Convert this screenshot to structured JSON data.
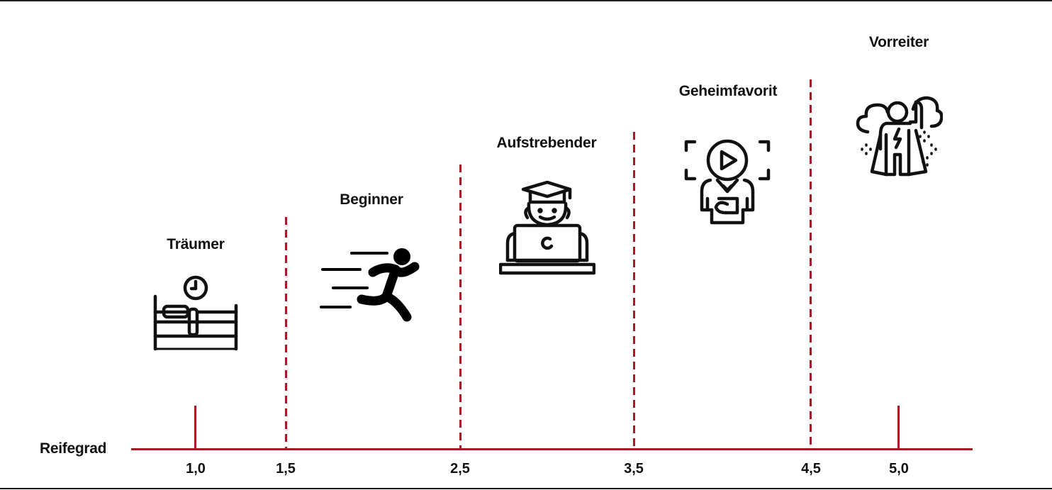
{
  "axis": {
    "label": "Reifegrad",
    "color": "#a51c24",
    "ticks": [
      "1,0",
      "1,5",
      "2,5",
      "3,5",
      "4,5",
      "5,0"
    ]
  },
  "stages": [
    {
      "title": "Träumer",
      "icon": "bed-clock-icon",
      "range": "1,0 – 1,5"
    },
    {
      "title": "Beginner",
      "icon": "running-person-icon",
      "range": "1,5 – 2,5"
    },
    {
      "title": "Aufstrebender",
      "icon": "graduate-laptop-icon",
      "range": "2,5 – 3,5"
    },
    {
      "title": "Geheimfavorit",
      "icon": "play-head-person-icon",
      "range": "3,5 – 4,5"
    },
    {
      "title": "Vorreiter",
      "icon": "superhero-cloud-icon",
      "range": "4,5 – 5,0"
    }
  ]
}
